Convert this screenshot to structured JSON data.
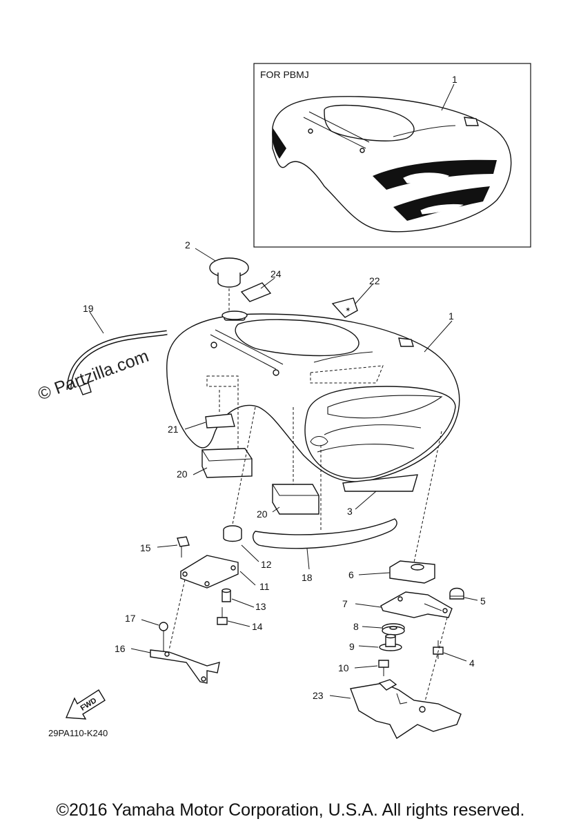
{
  "inset_label": "FOR PBMJ",
  "callouts": {
    "c1_inset": "1",
    "c1": "1",
    "c2": "2",
    "c3": "3",
    "c4": "4",
    "c5": "5",
    "c6": "6",
    "c7": "7",
    "c8": "8",
    "c9": "9",
    "c10": "10",
    "c11": "11",
    "c12": "12",
    "c13": "13",
    "c14": "14",
    "c15": "15",
    "c16": "16",
    "c17": "17",
    "c18": "18",
    "c19": "19",
    "c20a": "20",
    "c20b": "20",
    "c21": "21",
    "c22": "22",
    "c23": "23",
    "c24": "24"
  },
  "fwd_label": "FWD",
  "diagram_ref": "29PA110-K240",
  "watermark": "© Partzilla.com",
  "copyright": "©2016 Yamaha Motor Corporation, U.S.A. All rights reserved.",
  "icons": [
    "fwd-arrow-icon"
  ]
}
